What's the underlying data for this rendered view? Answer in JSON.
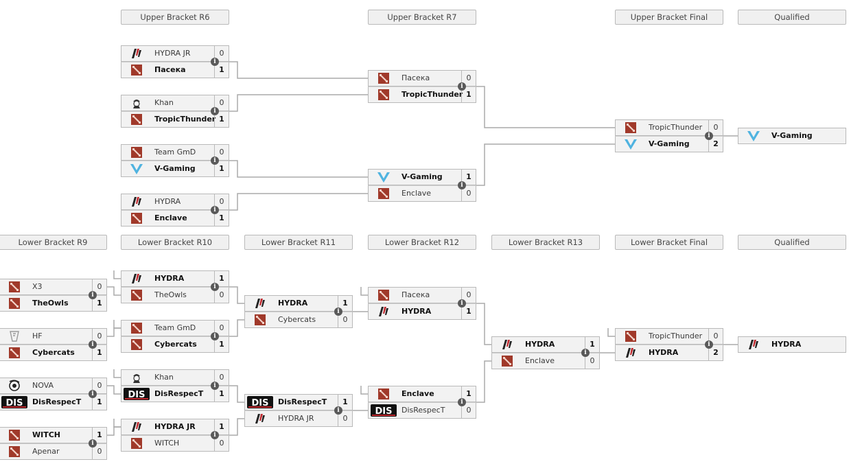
{
  "upper": {
    "headers": [
      "Upper Bracket R6",
      "Upper Bracket R7",
      "Upper Bracket Final",
      "Qualified"
    ],
    "r6": [
      {
        "t1": {
          "name": "HYDRA JR",
          "logo": "hydra-logo",
          "score": "0",
          "win": false
        },
        "t2": {
          "name": "Пасека",
          "logo": "dota-logo",
          "score": "1",
          "win": true
        }
      },
      {
        "t1": {
          "name": "Khan",
          "logo": "khan-logo",
          "score": "0",
          "win": false
        },
        "t2": {
          "name": "TropicThunder",
          "logo": "dota-logo",
          "score": "1",
          "win": true
        }
      },
      {
        "t1": {
          "name": "Team GmD",
          "logo": "dota-logo",
          "score": "0",
          "win": false
        },
        "t2": {
          "name": "V-Gaming",
          "logo": "vgaming-logo",
          "score": "1",
          "win": true
        }
      },
      {
        "t1": {
          "name": "HYDRA",
          "logo": "hydra-logo",
          "score": "0",
          "win": false
        },
        "t2": {
          "name": "Enclave",
          "logo": "dota-logo",
          "score": "1",
          "win": true
        }
      }
    ],
    "r7": [
      {
        "t1": {
          "name": "Пасека",
          "logo": "dota-logo",
          "score": "0",
          "win": false
        },
        "t2": {
          "name": "TropicThunder",
          "logo": "dota-logo",
          "score": "1",
          "win": true
        }
      },
      {
        "t1": {
          "name": "V-Gaming",
          "logo": "vgaming-logo",
          "score": "1",
          "win": true
        },
        "t2": {
          "name": "Enclave",
          "logo": "dota-logo",
          "score": "0",
          "win": false
        }
      }
    ],
    "final": [
      {
        "t1": {
          "name": "TropicThunder",
          "logo": "dota-logo",
          "score": "0",
          "win": false
        },
        "t2": {
          "name": "V-Gaming",
          "logo": "vgaming-logo",
          "score": "2",
          "win": true
        }
      }
    ],
    "qualified": {
      "name": "V-Gaming",
      "logo": "vgaming-logo"
    }
  },
  "lower": {
    "headers": [
      "Lower Bracket R9",
      "Lower Bracket R10",
      "Lower Bracket R11",
      "Lower Bracket R12",
      "Lower Bracket R13",
      "Lower Bracket Final",
      "Qualified"
    ],
    "r9": [
      {
        "t1": {
          "name": "X3",
          "logo": "dota-logo",
          "score": "0",
          "win": false
        },
        "t2": {
          "name": "TheOwls",
          "logo": "dota-logo",
          "score": "1",
          "win": true
        }
      },
      {
        "t1": {
          "name": "HF",
          "logo": "hf-logo",
          "score": "0",
          "win": false
        },
        "t2": {
          "name": "Cybercats",
          "logo": "dota-logo",
          "score": "1",
          "win": true
        }
      },
      {
        "t1": {
          "name": "NOVA",
          "logo": "nova-logo",
          "score": "0",
          "win": false
        },
        "t2": {
          "name": "DisRespecT",
          "logo": "dis-logo",
          "score": "1",
          "win": true
        }
      },
      {
        "t1": {
          "name": "WITCH",
          "logo": "dota-logo",
          "score": "1",
          "win": true
        },
        "t2": {
          "name": "Apenar",
          "logo": "dota-logo",
          "score": "0",
          "win": false
        }
      }
    ],
    "r10": [
      {
        "t1": {
          "name": "HYDRA",
          "logo": "hydra-logo",
          "score": "1",
          "win": true
        },
        "t2": {
          "name": "TheOwls",
          "logo": "dota-logo",
          "score": "0",
          "win": false
        }
      },
      {
        "t1": {
          "name": "Team GmD",
          "logo": "dota-logo",
          "score": "0",
          "win": false
        },
        "t2": {
          "name": "Cybercats",
          "logo": "dota-logo",
          "score": "1",
          "win": true
        }
      },
      {
        "t1": {
          "name": "Khan",
          "logo": "khan-logo",
          "score": "0",
          "win": false
        },
        "t2": {
          "name": "DisRespecT",
          "logo": "dis-logo",
          "score": "1",
          "win": true
        }
      },
      {
        "t1": {
          "name": "HYDRA JR",
          "logo": "hydra-logo",
          "score": "1",
          "win": true
        },
        "t2": {
          "name": "WITCH",
          "logo": "dota-logo",
          "score": "0",
          "win": false
        }
      }
    ],
    "r11": [
      {
        "t1": {
          "name": "HYDRA",
          "logo": "hydra-logo",
          "score": "1",
          "win": true
        },
        "t2": {
          "name": "Cybercats",
          "logo": "dota-logo",
          "score": "0",
          "win": false
        }
      },
      {
        "t1": {
          "name": "DisRespecT",
          "logo": "dis-logo",
          "score": "1",
          "win": true
        },
        "t2": {
          "name": "HYDRA JR",
          "logo": "hydra-logo",
          "score": "0",
          "win": false
        }
      }
    ],
    "r12": [
      {
        "t1": {
          "name": "Пасека",
          "logo": "dota-logo",
          "score": "0",
          "win": false
        },
        "t2": {
          "name": "HYDRA",
          "logo": "hydra-logo",
          "score": "1",
          "win": true
        }
      },
      {
        "t1": {
          "name": "Enclave",
          "logo": "dota-logo",
          "score": "1",
          "win": true
        },
        "t2": {
          "name": "DisRespecT",
          "logo": "dis-logo",
          "score": "0",
          "win": false
        }
      }
    ],
    "r13": [
      {
        "t1": {
          "name": "HYDRA",
          "logo": "hydra-logo",
          "score": "1",
          "win": true
        },
        "t2": {
          "name": "Enclave",
          "logo": "dota-logo",
          "score": "0",
          "win": false
        }
      }
    ],
    "final": [
      {
        "t1": {
          "name": "TropicThunder",
          "logo": "dota-logo",
          "score": "0",
          "win": false
        },
        "t2": {
          "name": "HYDRA",
          "logo": "hydra-logo",
          "score": "2",
          "win": true
        }
      }
    ],
    "qualified": {
      "name": "HYDRA",
      "logo": "hydra-logo"
    }
  },
  "info_glyph": "i",
  "colors": {
    "line": "#aaaaaa",
    "dota": "#a0392a",
    "vgaming": "#4fb3e0",
    "hydra": "#c0272d"
  }
}
